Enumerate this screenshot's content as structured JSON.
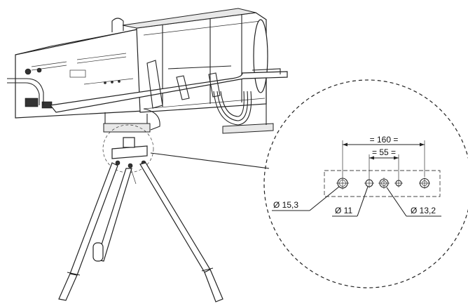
{
  "dimensions": {
    "outer_spacing": "= 160 =",
    "inner_spacing": "= 55 ="
  },
  "holes": [
    {
      "label": "Ø 15,3"
    },
    {
      "label": "Ø 11"
    },
    {
      "label": "Ø 13,2"
    }
  ],
  "colors": {
    "line": "#222222",
    "background": "#ffffff"
  }
}
